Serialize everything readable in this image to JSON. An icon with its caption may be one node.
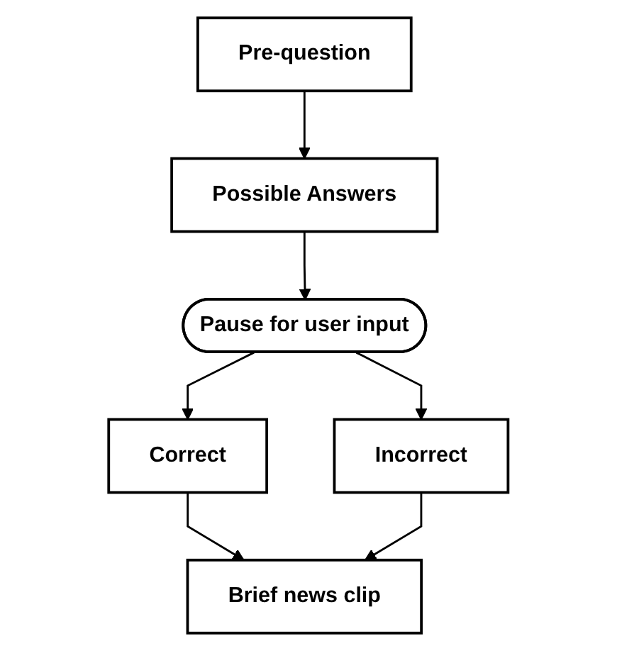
{
  "diagram": {
    "nodes": [
      {
        "text": [
          "Pre-question"
        ]
      },
      {
        "text": [
          "Possible Answers"
        ]
      },
      {
        "text": [
          "Pause for user input"
        ]
      },
      {
        "text": [
          "Correct"
        ]
      },
      {
        "text": [
          "Incorrect"
        ]
      },
      {
        "text": [
          "Brief news clip"
        ]
      }
    ],
    "edges": [
      {
        "from": 0,
        "to": 1,
        "arrow": "to"
      },
      {
        "from": 1,
        "to": 2,
        "arrow": "to"
      },
      {
        "from": 2,
        "to": 3,
        "arrow": "to"
      },
      {
        "from": 2,
        "to": 4,
        "arrow": "to"
      },
      {
        "from": 3,
        "to": 5,
        "arrow": "to"
      },
      {
        "from": 4,
        "to": 5,
        "arrow": "to"
      }
    ]
  }
}
